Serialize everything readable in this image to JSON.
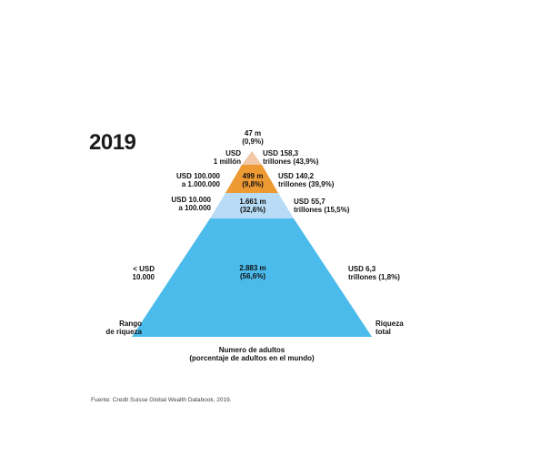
{
  "year": "2019",
  "tiers": [
    {
      "id": "top",
      "color": "#f2c9a8",
      "range": [
        "USD",
        "1 millón"
      ],
      "adults": [
        "47 m",
        "(0,9%)"
      ],
      "wealth": [
        "USD 158,3",
        "trillones (43,9%)"
      ]
    },
    {
      "id": "upper",
      "color": "#ee9a32",
      "range": [
        "USD 100.000",
        "a 1.000.000"
      ],
      "adults": [
        "499 m",
        "(9,8%)"
      ],
      "wealth": [
        "USD 140,2",
        "trillones (39,9%)"
      ]
    },
    {
      "id": "middle",
      "color": "#b8dcf5",
      "range": [
        "USD 10.000",
        "a 100.000"
      ],
      "adults": [
        "1.661 m",
        "(32,6%)"
      ],
      "wealth": [
        "USD 55,7",
        "trillones (15,5%)"
      ]
    },
    {
      "id": "base",
      "color": "#4bbbeb",
      "range": [
        "< USD",
        "10.000"
      ],
      "adults": [
        "2.883 m",
        "(56,6%)"
      ],
      "wealth": [
        "USD 6,3",
        "trillones (1,8%)"
      ]
    }
  ],
  "axis": {
    "left": [
      "Rango",
      "de riqueza"
    ],
    "right": [
      "Riqueza",
      "total"
    ],
    "bottom": [
      "Numero de adultos",
      "(porcentaje de adultos en el mundo)"
    ]
  },
  "source": "Fuente: Credit Suisse Global Wealth Databook, 2019."
}
